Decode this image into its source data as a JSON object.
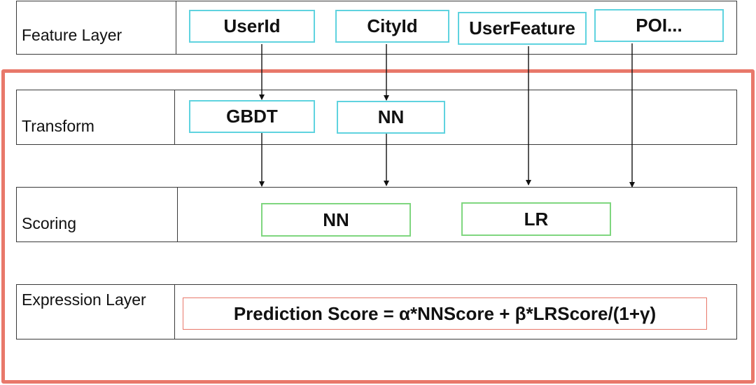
{
  "layers": {
    "feature": {
      "label": "Feature Layer",
      "items": [
        "UserId",
        "CityId",
        "UserFeature",
        "POI..."
      ]
    },
    "transform": {
      "label": "Transform",
      "items": [
        "GBDT",
        "NN"
      ]
    },
    "scoring": {
      "label": "Scoring",
      "items": [
        "NN",
        "LR"
      ]
    },
    "expression": {
      "label": "Expression Layer",
      "formula": "Prediction Score = α*NNScore + β*LRScore/(1+γ)"
    }
  },
  "colors": {
    "highlight_frame": "#e8786a",
    "feature_box_border": "#5fd3df",
    "transform_box_border": "#5fd3df",
    "scoring_box_border": "#7fd67f",
    "expression_box_border": "#e8786a",
    "arrow": "#111111"
  }
}
